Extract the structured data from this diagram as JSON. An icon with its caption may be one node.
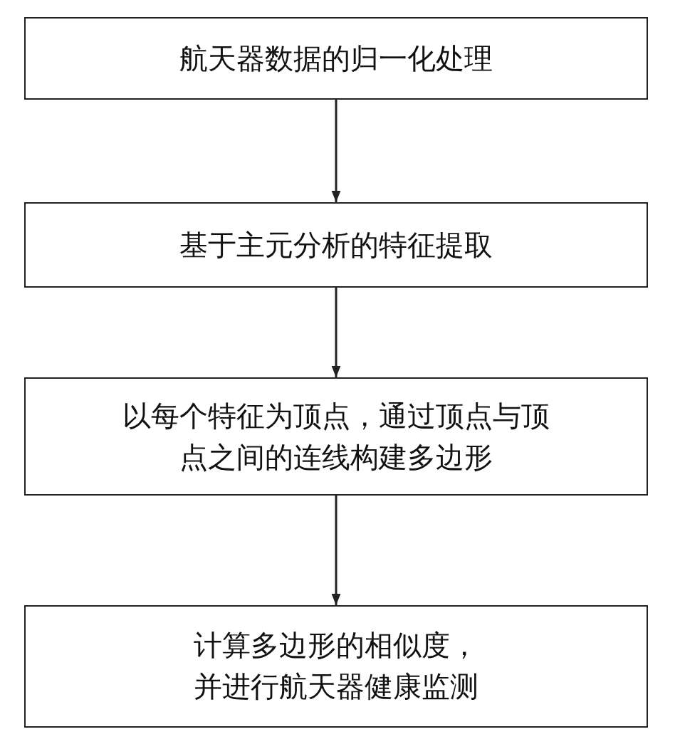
{
  "diagram": {
    "nodes": [
      {
        "text": [
          "航天器数据的归一化处理"
        ]
      },
      {
        "text": [
          "基于主元分析的特征提取"
        ]
      },
      {
        "text": [
          "以每个特征为顶点，通过顶点与顶点之间的连线构建多边形"
        ]
      },
      {
        "text": [
          "计算多边形的相似度，并进行航天器健康监测"
        ]
      }
    ],
    "edges": [
      {
        "from": 0,
        "to": 1,
        "arrow": "to"
      },
      {
        "from": 1,
        "to": 2,
        "arrow": "to"
      },
      {
        "from": 2,
        "to": 3,
        "arrow": "to"
      }
    ]
  }
}
